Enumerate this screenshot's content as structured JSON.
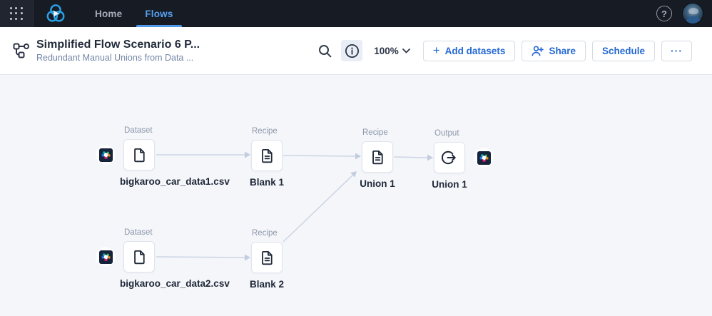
{
  "nav": {
    "home_label": "Home",
    "flows_label": "Flows"
  },
  "header": {
    "title": "Simplified Flow Scenario 6 P...",
    "subtitle": "Redundant Manual Unions from Data ...",
    "zoom_value": "100%",
    "add_datasets_label": "Add datasets",
    "share_label": "Share",
    "schedule_label": "Schedule",
    "more_label": "···"
  },
  "icons": {
    "app_grid": "app-grid-icon",
    "logo": "trifacta-logo",
    "help": "help-icon",
    "avatar": "user-avatar",
    "flow_branch": "flow-branch-icon",
    "search": "search-icon",
    "info": "info-icon",
    "chevron_down": "chevron-down-icon",
    "plus": "plus-icon",
    "share_person": "person-add-icon",
    "dataset_file": "file-icon",
    "recipe_doc": "recipe-document-icon",
    "output_export": "export-icon",
    "connector_badge": "connector-badge-icon"
  },
  "colors": {
    "nav_bg": "#161b24",
    "tab_active": "#579ff1",
    "accent_blue": "#2468d4",
    "canvas_bg": "#f4f6fa",
    "edge": "#ccd5e3",
    "node_border": "#dfe4ed",
    "badge_bg": "#15233b"
  },
  "flow": {
    "nodes": [
      {
        "type_label": "Dataset",
        "name": "bigkaroo_car_data1.csv"
      },
      {
        "type_label": "Recipe",
        "name": "Blank 1"
      },
      {
        "type_label": "Recipe",
        "name": "Union 1"
      },
      {
        "type_label": "Output",
        "name": "Union 1"
      },
      {
        "type_label": "Dataset",
        "name": "bigkaroo_car_data2.csv"
      },
      {
        "type_label": "Recipe",
        "name": "Blank 2"
      }
    ]
  }
}
